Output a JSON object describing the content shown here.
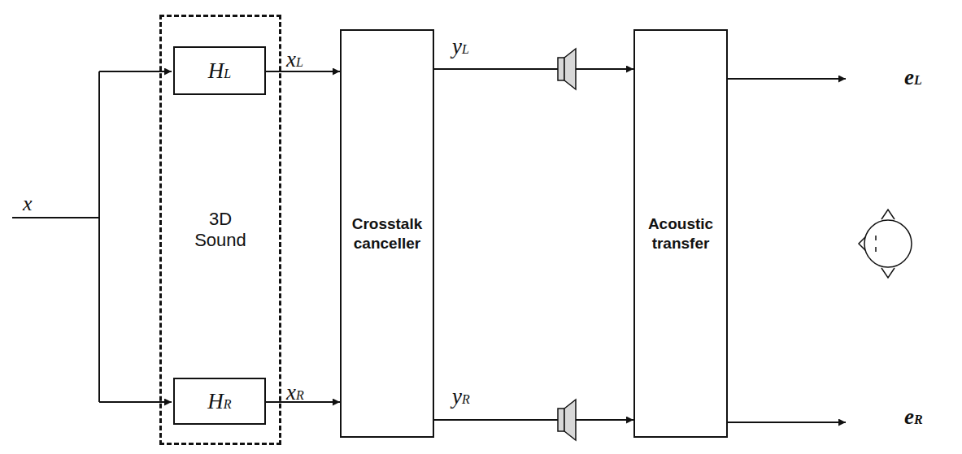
{
  "diagram": {
    "nodes": [
      {
        "text": [
          "3D Sound"
        ]
      },
      {
        "text": [
          "HL"
        ],
        "in": 0
      },
      {
        "text": [
          "HR"
        ],
        "in": 0
      },
      {
        "text": [
          "Crosstalk canceller"
        ]
      },
      {
        "text": [
          "Acoustic transfer"
        ]
      }
    ],
    "edges": [
      {
        "from": 1,
        "to": 3,
        "arrow": "to"
      },
      {
        "from": 2,
        "to": 3,
        "arrow": "to"
      },
      {
        "from": 3,
        "to": 4,
        "arrow": "to"
      },
      {
        "from": 3,
        "to": 4,
        "arrow": "to"
      }
    ],
    "labels": [
      "x",
      "xL",
      "xR",
      "yL",
      "yR",
      "eL",
      "eR"
    ]
  }
}
